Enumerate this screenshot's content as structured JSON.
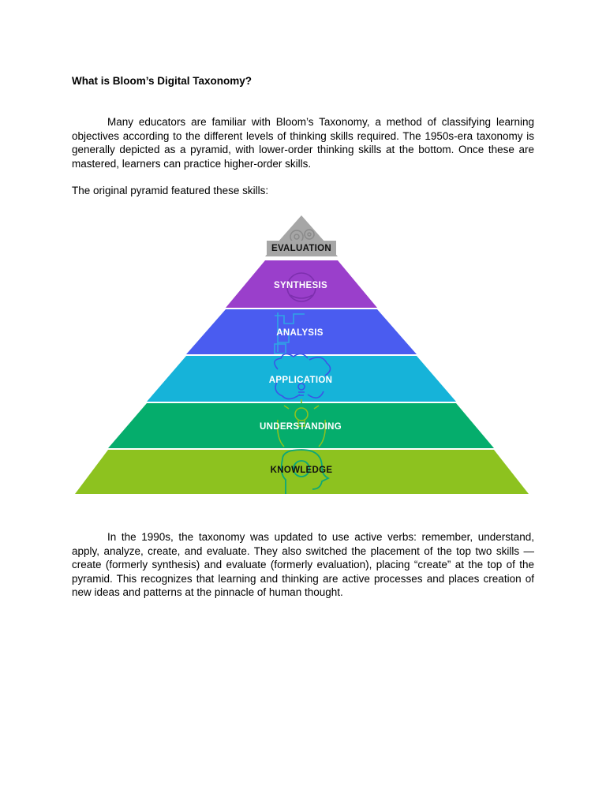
{
  "document": {
    "heading": "What is Bloom’s Digital Taxonomy?",
    "paragraphs": [
      "Many educators are familiar with Bloom’s Taxonomy, a method of classifying learning objectives according to the different levels of thinking skills required. The 1950s-era taxonomy is generally depicted as a pyramid, with lower-order thinking skills at the bottom. Once these are mastered, learners can practice higher-order skills.",
      "The original pyramid featured these skills:",
      "In the 1990s, the taxonomy was updated to use active verbs: remember, understand, apply, analyze, create, and evaluate. They also switched the placement of the top two skills — create (formerly synthesis) and evaluate (formerly evaluation), placing “create” at the top of the pyramid. This recognizes that learning and thinking are active processes and places creation of new ideas and patterns at the pinnacle of human thought."
    ]
  },
  "pyramid": {
    "levels": [
      {
        "label": "EVALUATION",
        "color": "#a6a6a6",
        "text_color": "#111111"
      },
      {
        "label": "SYNTHESIS",
        "color": "#9a3fcb",
        "text_color": "#ffffff"
      },
      {
        "label": "ANALYSIS",
        "color": "#4a5cf0",
        "text_color": "#ffffff"
      },
      {
        "label": "APPLICATION",
        "color": "#16b3d9",
        "text_color": "#ffffff"
      },
      {
        "label": "UNDERSTANDING",
        "color": "#05ad6c",
        "text_color": "#ffffff"
      },
      {
        "label": "KNOWLEDGE",
        "color": "#8dc21f",
        "text_color": "#111111"
      }
    ],
    "icons": [
      "gears-icon",
      "globe-icon",
      "puzzle-icon",
      "flower-icon",
      "lightbulb-head-icon",
      "head-icon"
    ]
  }
}
